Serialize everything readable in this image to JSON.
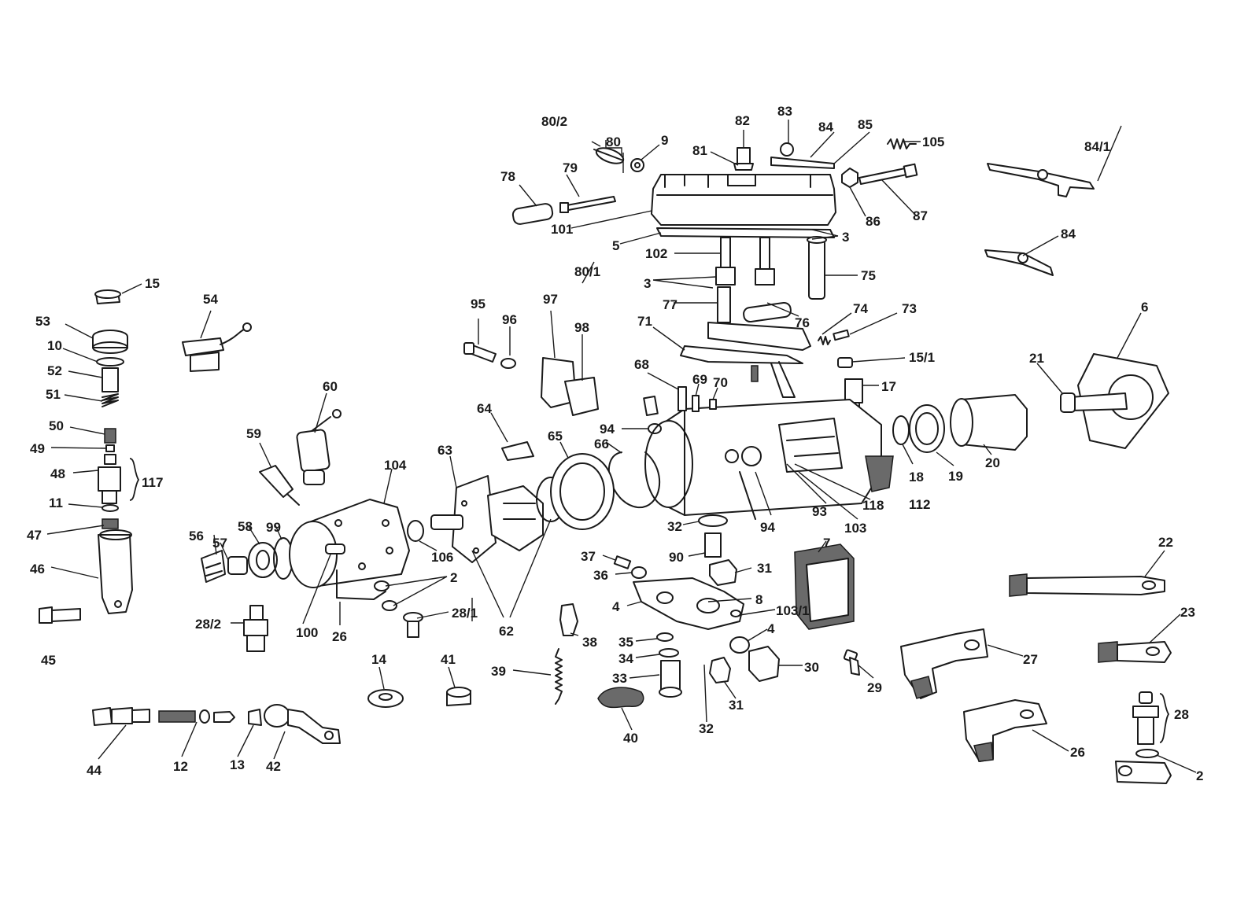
{
  "diagram": {
    "callouts": {
      "c80_2": "80/2",
      "c80": "80",
      "c9": "9",
      "c82": "82",
      "c83": "83",
      "c84": "84",
      "c85": "85",
      "c105": "105",
      "c84_1": "84/1",
      "c78": "78",
      "c79": "79",
      "c81": "81",
      "c101": "101",
      "c86": "86",
      "c87": "87",
      "c5": "5",
      "c3a": "3",
      "c102": "102",
      "c84b": "84",
      "c80_1": "80/1",
      "c3b": "3",
      "c75": "75",
      "c15": "15",
      "c54": "54",
      "c77": "77",
      "c76": "76",
      "c74": "74",
      "c73": "73",
      "c95": "95",
      "c97": "97",
      "c96": "96",
      "c98": "98",
      "c71": "71",
      "c6": "6",
      "c53": "53",
      "c10": "10",
      "c52": "52",
      "c51": "51",
      "c60": "60",
      "c68": "68",
      "c69": "69",
      "c70": "70",
      "c15_1": "15/1",
      "c21": "21",
      "c17": "17",
      "c50": "50",
      "c64": "64",
      "c94a": "94",
      "c49": "49",
      "c59": "59",
      "c63": "63",
      "c65": "65",
      "c66": "66",
      "c104": "104",
      "c48": "48",
      "c117": "117",
      "c18": "18",
      "c19": "19",
      "c20": "20",
      "c11": "11",
      "c94b": "94",
      "c93": "93",
      "c118": "118",
      "c112": "112",
      "c56": "56",
      "c58": "58",
      "c99": "99",
      "c103": "103",
      "c47": "47",
      "c57": "57",
      "c32a": "32",
      "c106": "106",
      "c7": "7",
      "c22": "22",
      "c90": "90",
      "c46": "46",
      "c31a": "31",
      "c37": "37",
      "c2a": "2",
      "c36": "36",
      "c8": "8",
      "c4a": "4",
      "c103_1": "103/1",
      "c28_2": "28/2",
      "c100": "100",
      "c28_1": "28/1",
      "c62": "62",
      "c4b": "4",
      "c23": "23",
      "c26a": "26",
      "c38": "38",
      "c35": "35",
      "c27": "27",
      "c45": "45",
      "c34": "34",
      "c14": "14",
      "c41": "41",
      "c39": "39",
      "c30": "30",
      "c33": "33",
      "c29": "29",
      "c31b": "31",
      "c28": "28",
      "c32b": "32",
      "c40": "40",
      "c26b": "26",
      "c2b": "2",
      "c44": "44",
      "c12": "12",
      "c13": "13",
      "c42": "42"
    }
  }
}
